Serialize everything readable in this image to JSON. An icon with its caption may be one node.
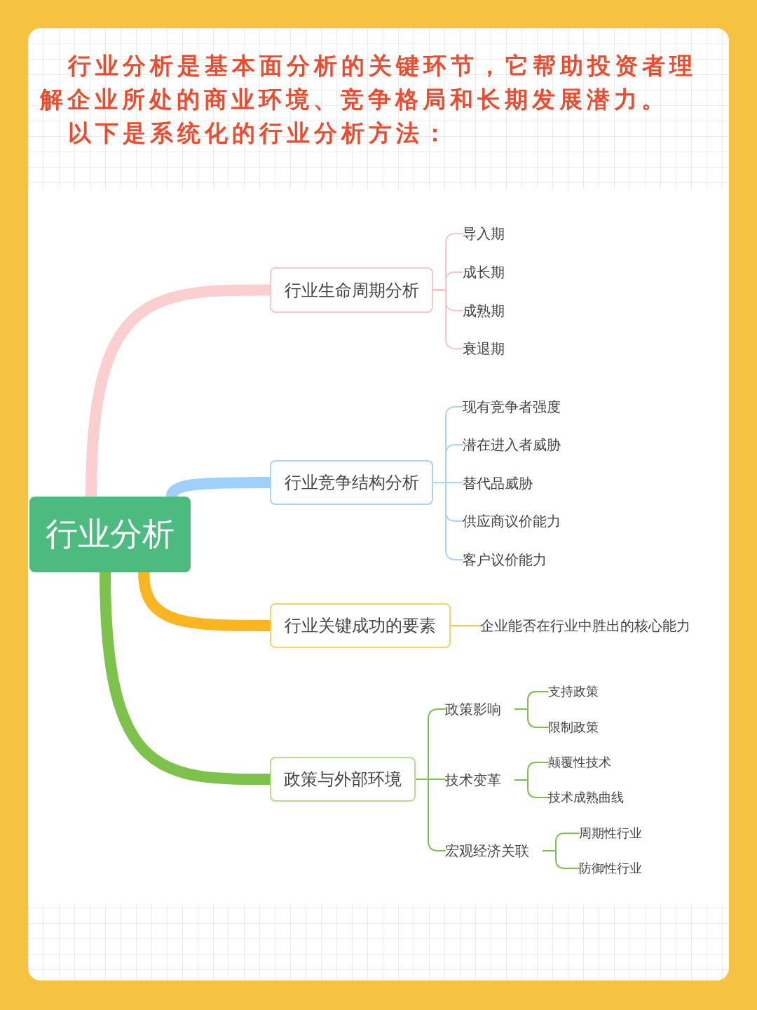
{
  "diagram": {
    "title": "行业分析是基本面分析的关键环节，它帮助投资者理解企业所处的商业环境、竞争格局和长期发展潜力。",
    "nodes": [
      {
        "text": [
          "行业分析"
        ]
      },
      {
        "text": [
          "行业生命周期分析"
        ]
      },
      {
        "text": [
          "导入期"
        ]
      },
      {
        "text": [
          "成长期"
        ]
      },
      {
        "text": [
          "成熟期"
        ]
      },
      {
        "text": [
          "衰退期"
        ]
      },
      {
        "text": [
          "行业竞争结构分析"
        ]
      },
      {
        "text": [
          "现有竞争者强度"
        ]
      },
      {
        "text": [
          "潜在进入者威胁"
        ]
      },
      {
        "text": [
          "替代品威胁"
        ]
      },
      {
        "text": [
          "供应商议价能力"
        ]
      },
      {
        "text": [
          "客户议价能力"
        ]
      },
      {
        "text": [
          "行业关键成功的要素"
        ]
      },
      {
        "text": [
          "企业能否在行业中胜出的核心能力"
        ]
      },
      {
        "text": [
          "政策与外部环境"
        ]
      },
      {
        "text": [
          "政策影响"
        ]
      },
      {
        "text": [
          "支持政策"
        ]
      },
      {
        "text": [
          "限制政策"
        ]
      },
      {
        "text": [
          "技术变革"
        ]
      },
      {
        "text": [
          "颠覆性技术"
        ]
      },
      {
        "text": [
          "技术成熟曲线"
        ]
      },
      {
        "text": [
          "宏观经济关联"
        ]
      },
      {
        "text": [
          "周期性行业"
        ]
      },
      {
        "text": [
          "防御性行业"
        ]
      }
    ],
    "edges": [
      {
        "from": 0,
        "to": 1,
        "arrow": "none",
        "style": "thick",
        "color": "#fbcfd0"
      },
      {
        "from": 1,
        "to": 2,
        "arrow": "none",
        "color": "#f9c6c8"
      },
      {
        "from": 1,
        "to": 3,
        "arrow": "none",
        "color": "#f9c6c8"
      },
      {
        "from": 1,
        "to": 4,
        "arrow": "none",
        "color": "#f9c6c8"
      },
      {
        "from": 1,
        "to": 5,
        "arrow": "none",
        "color": "#f9c6c8"
      },
      {
        "from": 0,
        "to": 6,
        "arrow": "none",
        "style": "thick",
        "color": "#9fd0fb"
      },
      {
        "from": 6,
        "to": 7,
        "arrow": "none",
        "color": "#a8d4f6"
      },
      {
        "from": 6,
        "to": 8,
        "arrow": "none",
        "color": "#a8d4f6"
      },
      {
        "from": 6,
        "to": 9,
        "arrow": "none",
        "color": "#a8d4f6"
      },
      {
        "from": 6,
        "to": 10,
        "arrow": "none",
        "color": "#a8d4f6"
      },
      {
        "from": 6,
        "to": 11,
        "arrow": "none",
        "color": "#a8d4f6"
      },
      {
        "from": 0,
        "to": 12,
        "arrow": "none",
        "style": "thick",
        "color": "#fbb520"
      },
      {
        "from": 12,
        "to": 13,
        "arrow": "none",
        "color": "#f5c242"
      },
      {
        "from": 0,
        "to": 14,
        "arrow": "none",
        "style": "thick"
      },
      {
        "from": 14,
        "to": 15,
        "arrow": "none"
      },
      {
        "from": 14,
        "to": 18,
        "arrow": "none"
      },
      {
        "from": 14,
        "to": 21,
        "arrow": "none"
      },
      {
        "from": 15,
        "to": 16,
        "arrow": "none"
      },
      {
        "from": 15,
        "to": 17,
        "arrow": "none"
      },
      {
        "from": 18,
        "to": 19,
        "arrow": "none"
      },
      {
        "from": 18,
        "to": 20,
        "arrow": "none"
      },
      {
        "from": 21,
        "to": 22,
        "arrow": "none"
      },
      {
        "from": 21,
        "to": 23,
        "arrow": "none"
      }
    ],
    "labels": [
      "以下是系统化的行业分析方法："
    ]
  }
}
